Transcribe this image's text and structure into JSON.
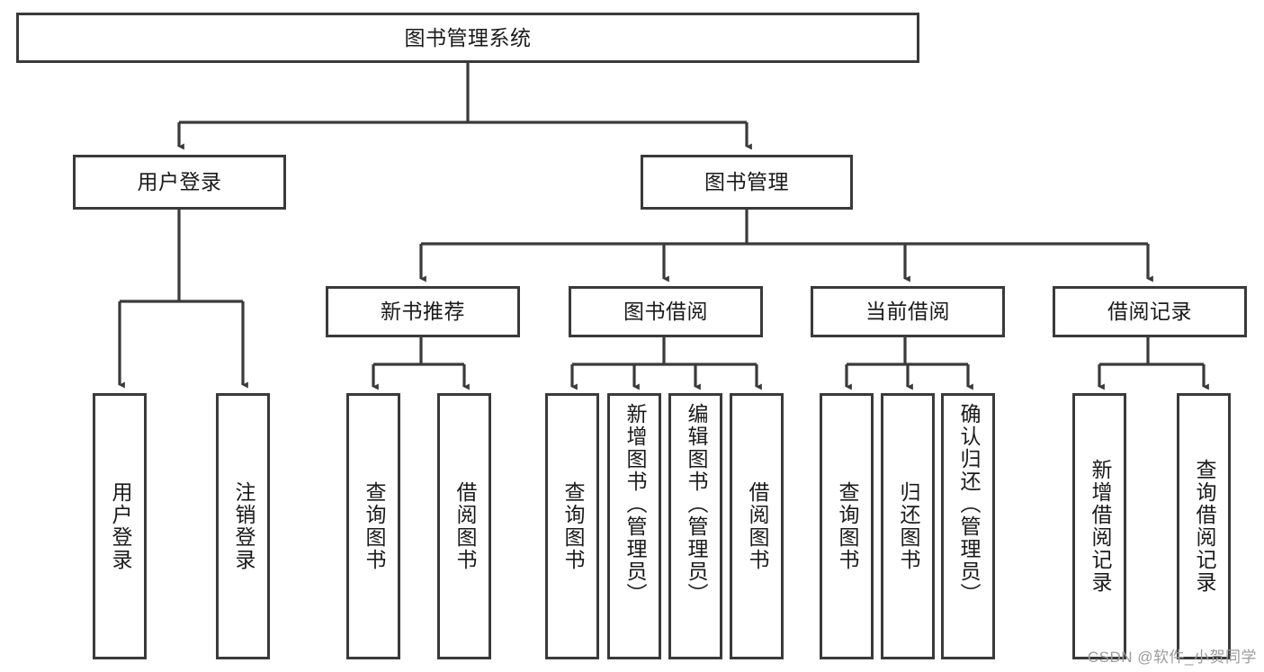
{
  "diagram": {
    "title": "图书管理系统",
    "type": "tree-hierarchy-chart",
    "orientation": "top-down",
    "colors": {
      "box_border": "#3a3a3a",
      "box_fill": "#ffffff",
      "connector": "#3a3a3a",
      "text": "#1a1a1a",
      "watermark": "#9b9b9b"
    },
    "watermark": "CSDN @软件_小贺同学"
  },
  "nodes": {
    "root": {
      "label": "图书管理系统"
    },
    "level1": [
      {
        "id": "user-login",
        "label": "用户登录"
      },
      {
        "id": "book-manage",
        "label": "图书管理"
      }
    ],
    "level2": [
      {
        "id": "new-book-recommend",
        "label": "新书推荐",
        "parent": "book-manage"
      },
      {
        "id": "book-borrow",
        "label": "图书借阅",
        "parent": "book-manage"
      },
      {
        "id": "current-borrow",
        "label": "当前借阅",
        "parent": "book-manage"
      },
      {
        "id": "borrow-record",
        "label": "借阅记录",
        "parent": "book-manage"
      }
    ],
    "leaves": [
      {
        "id": "leaf-user-login",
        "label": "用户登录",
        "parent": "user-login"
      },
      {
        "id": "leaf-logout-login",
        "label": "注销登录",
        "parent": "user-login"
      },
      {
        "id": "leaf-query-book-1",
        "label": "查询图书",
        "parent": "new-book-recommend"
      },
      {
        "id": "leaf-borrow-book-1",
        "label": "借阅图书",
        "parent": "new-book-recommend"
      },
      {
        "id": "leaf-query-book-2",
        "label": "查询图书",
        "parent": "book-borrow"
      },
      {
        "id": "leaf-add-book",
        "label": "新增图书（管理员）",
        "parent": "book-borrow"
      },
      {
        "id": "leaf-edit-book",
        "label": "编辑图书（管理员）",
        "parent": "book-borrow"
      },
      {
        "id": "leaf-borrow-book-2",
        "label": "借阅图书",
        "parent": "book-borrow"
      },
      {
        "id": "leaf-query-book-3",
        "label": "查询图书",
        "parent": "current-borrow"
      },
      {
        "id": "leaf-return-book",
        "label": "归还图书",
        "parent": "current-borrow"
      },
      {
        "id": "leaf-confirm-return",
        "label": "确认归还（管理员）",
        "parent": "current-borrow"
      },
      {
        "id": "leaf-add-record",
        "label": "新增借阅记录",
        "parent": "borrow-record"
      },
      {
        "id": "leaf-query-record",
        "label": "查询借阅记录",
        "parent": "borrow-record"
      }
    ]
  }
}
